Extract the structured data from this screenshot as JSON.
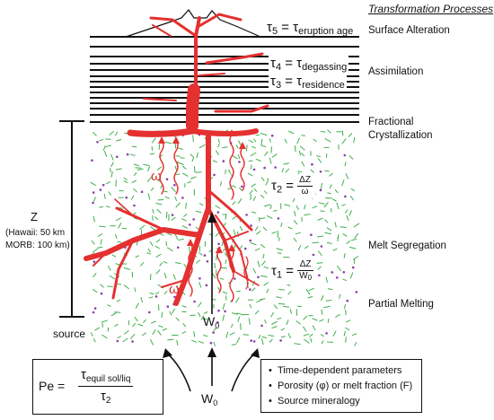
{
  "header": {
    "title": "Transformation Processes"
  },
  "processes": [
    "Surface Alteration",
    "Assimilation",
    "Fractional",
    "Crystallization",
    "Melt Segregation",
    "Partial Melting"
  ],
  "taus": {
    "tau5": {
      "lhs": "τ",
      "lhs_sub": "5",
      "eq": " = ",
      "rhs": "τ",
      "rhs_sub": "eruption age"
    },
    "tau4": {
      "lhs": "τ",
      "lhs_sub": "4",
      "eq": " = ",
      "rhs": "τ",
      "rhs_sub": "degassing"
    },
    "tau3": {
      "lhs": "τ",
      "lhs_sub": "3",
      "eq": " = ",
      "rhs": "τ",
      "rhs_sub": "residence"
    },
    "tau2": {
      "lhs": "τ",
      "lhs_sub": "2",
      "eq": " = ",
      "num": "ΔZ",
      "den": "ω"
    },
    "tau1": {
      "lhs": "τ",
      "lhs_sub": "1",
      "eq": " = ",
      "num": "ΔZ",
      "den": "W",
      "den_sub": "0"
    }
  },
  "depth": {
    "z_label": "Z",
    "hawaii": "(Hawaii: 50 km",
    "morb": "MORB: 100 km)",
    "source": "source"
  },
  "omega": {
    "upper": "ω",
    "lower": "ω"
  },
  "w0_inner": {
    "main": "W",
    "sub": "0"
  },
  "w0_outer": {
    "main": "W",
    "sub": "0"
  },
  "peclet": {
    "lhs": "Pe",
    "eq": " = ",
    "num_main": "τ",
    "num_sub": "equil sol/liq",
    "den_main": "τ",
    "den_sub": "2"
  },
  "bullets": [
    "Time-dependent parameters",
    "Porosity (φ) or melt fraction (F)",
    "Source mineralogy"
  ],
  "colors": {
    "magma": "#e53030",
    "stroke": "#111111",
    "crystal_green": "#3fae4a",
    "crystal_purple": "#8a3fa8"
  }
}
